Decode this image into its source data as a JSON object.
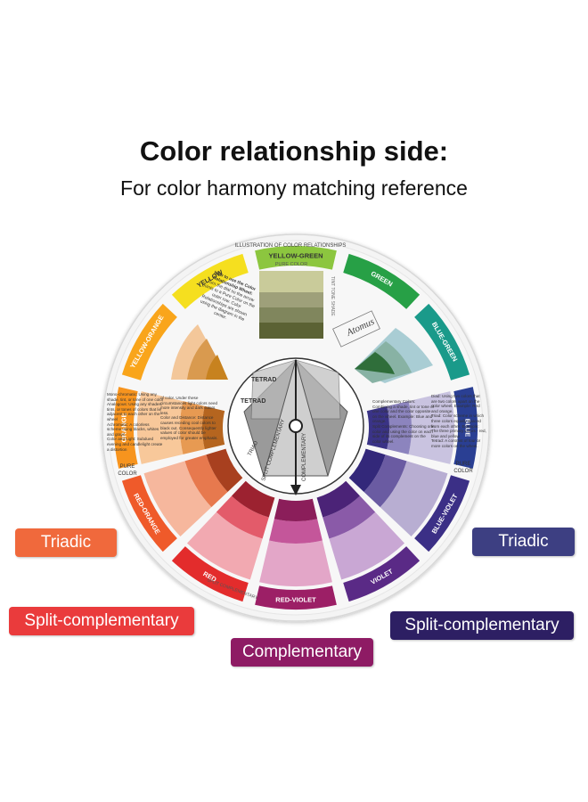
{
  "header": {
    "title": "Color relationship side:",
    "subtitle": "For color harmony matching reference"
  },
  "wheel": {
    "top_caption": "ILLUSTRATION OF COLOR RELATIONSHIPS",
    "brand": "Atomus",
    "pure_color": "PURE COLOR",
    "pure_color_lines": [
      "PURE",
      "COLOR"
    ],
    "scale_text": "TINT  TONE  SHADE",
    "hues": [
      {
        "name": "YELLOW-GREEN",
        "color": "#8cc63f"
      },
      {
        "name": "GREEN",
        "color": "#27a046"
      },
      {
        "name": "BLUE-GREEN",
        "color": "#1a9a8a"
      },
      {
        "name": "BLUE",
        "color": "#2a3f93"
      },
      {
        "name": "BLUE-VIOLET",
        "color": "#3b2f86"
      },
      {
        "name": "VIOLET",
        "color": "#5a2a86"
      },
      {
        "name": "RED-VIOLET",
        "color": "#9c1f66"
      },
      {
        "name": "RED",
        "color": "#e32c2c"
      },
      {
        "name": "RED-ORANGE",
        "color": "#ef5a2a"
      },
      {
        "name": "ORANGE",
        "color": "#f7941e"
      },
      {
        "name": "YELLOW-ORANGE",
        "color": "#f9a51b"
      },
      {
        "name": "YELLOW",
        "color": "#f5df1f"
      }
    ],
    "center_labels": {
      "tetrad": "TETRAD",
      "triad": "TRIAD",
      "split": "SPLIT COMPLEMENTARY",
      "complementary": "COMPLEMENTARY"
    },
    "howto_title": "How to use the Color Relationship Wheel:",
    "howto_text": "Turn the dial so the arrow points to a Pure Color on the outer row. Color Relationships are shown using the diagram in the center.",
    "text_left": [
      "Mono-chromatic: Using any shade, tint, or tone of one color",
      "Analogous: Using any shades, tints, or tones of colors that lie adjacent to each other on the wheel",
      "Achromatic: A colorless scheme using blacks, whites and grays",
      "Color and Light: Subdued evening and candlelight create a distortion"
    ],
    "text_midleft": [
      "of color. Under these circumstances light colors need more intensity and dark colors less.",
      "Color and Distance: Distance causes receding cool colors to black out. Consequently lighter values of color should be employed for greater emphasis."
    ],
    "text_midright": [
      "Complementary Colors: Combining a shade, tint or tone of one color and the color opposite on the wheel. Example: Blue and orange.",
      "Split Complements: Choosing one color and using the color on each side of its complement on the color wheel."
    ],
    "text_right": [
      "Diad: Using two colors that are two colors apart on the color wheel. Example: Red and orange.",
      "Triad: Color scheme in which three colors equally spaced from each other. Example: The three primary colors - red, blue and yellow.",
      "Tetrad: A contrast of four or more colors on the wheel."
    ],
    "ring_labels": {
      "scale": "TINT TONE SHADE",
      "split_small": "SPLIT COMPLEMENTARY"
    }
  },
  "callouts": {
    "left_triadic": "Triadic",
    "right_triadic": "Triadic",
    "left_split": "Split-complementary",
    "right_split": "Split-complementary",
    "complementary": "Complementary"
  }
}
